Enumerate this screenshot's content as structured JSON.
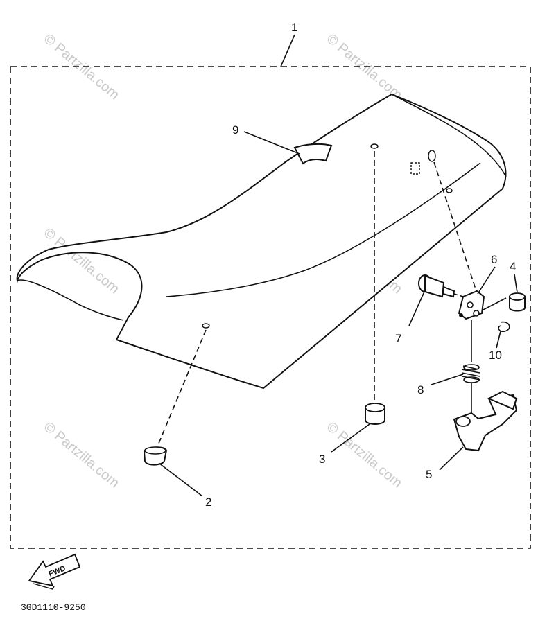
{
  "callouts": {
    "c1": "1",
    "c2": "2",
    "c3": "3",
    "c4": "4",
    "c5": "5",
    "c6": "6",
    "c7": "7",
    "c8": "8",
    "c9": "9",
    "c10": "10"
  },
  "watermark": "© Partzilla.com",
  "fwd_label": "FWD",
  "diagram_code": "3GD1110-9250"
}
